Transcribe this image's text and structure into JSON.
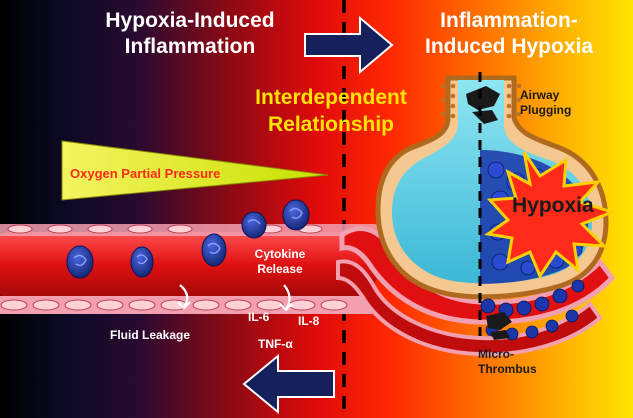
{
  "labels": {
    "left_title": "Hypoxia-Induced\nInflammation",
    "right_title": "Inflammation-\nInduced Hypoxia",
    "relationship": "Interdependent\nRelationship",
    "oxygen": "Oxygen Partial Pressure",
    "airway": "Airway\nPlugging",
    "hypoxia": "Hypoxia",
    "cytokine": "Cytokine\nRelease",
    "il6": "IL-6",
    "il8": "IL-8",
    "tnf": "TNF-α",
    "fluid": "Fluid Leakage",
    "micro": "Micro-\nThrombus"
  },
  "colors": {
    "arrow_navy": "#16205a",
    "vessel_red": "#e01010",
    "cell_blue": "#1a2f9a",
    "alveolus_fill": "#59d0e6",
    "wedge_yellow": "#f0f040",
    "star_red": "#ff2a1a",
    "title_yellow": "#ffe400"
  }
}
